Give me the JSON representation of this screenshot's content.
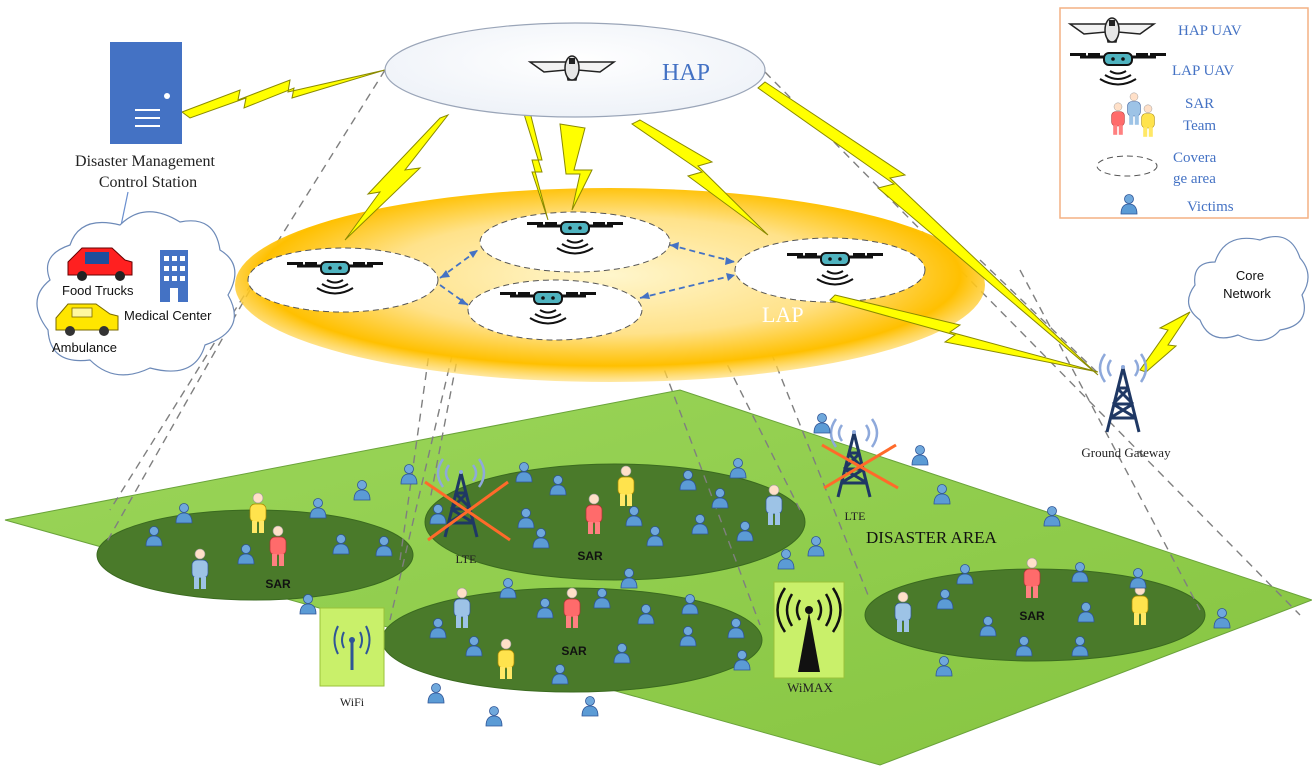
{
  "diagram": {
    "hap_label": "HAP",
    "lap_label": "LAP",
    "control_station": {
      "line1": "Disaster Management",
      "line2": "Control Station"
    },
    "services": {
      "food_trucks": "Food Trucks",
      "medical_center": "Medical Center",
      "ambulance": "Ambulance"
    },
    "core_network": {
      "line1": "Core",
      "line2": "Network"
    },
    "ground_gateway": "Ground Gateway",
    "disaster_area": "DISASTER AREA",
    "sar_label": "SAR",
    "lte_label": "LTE",
    "wifi_label": "WiFi",
    "wimax_label": "WiMAX"
  },
  "legend": {
    "hap_uav": "HAP UAV",
    "lap_uav": "LAP UAV",
    "sar_team_line1": "SAR",
    "sar_team_line2": "Team",
    "coverage_line1": "Covera",
    "coverage_line2": "ge area",
    "victims": "Victims"
  },
  "colors": {
    "ground": "#92d050",
    "zone": "#4a7a2a",
    "lap_glow": "#ffc000",
    "lightning": "#ffff00",
    "victim": "#5b9bd5",
    "legend_border": "#f4b183",
    "label_blue": "#4472c4"
  }
}
